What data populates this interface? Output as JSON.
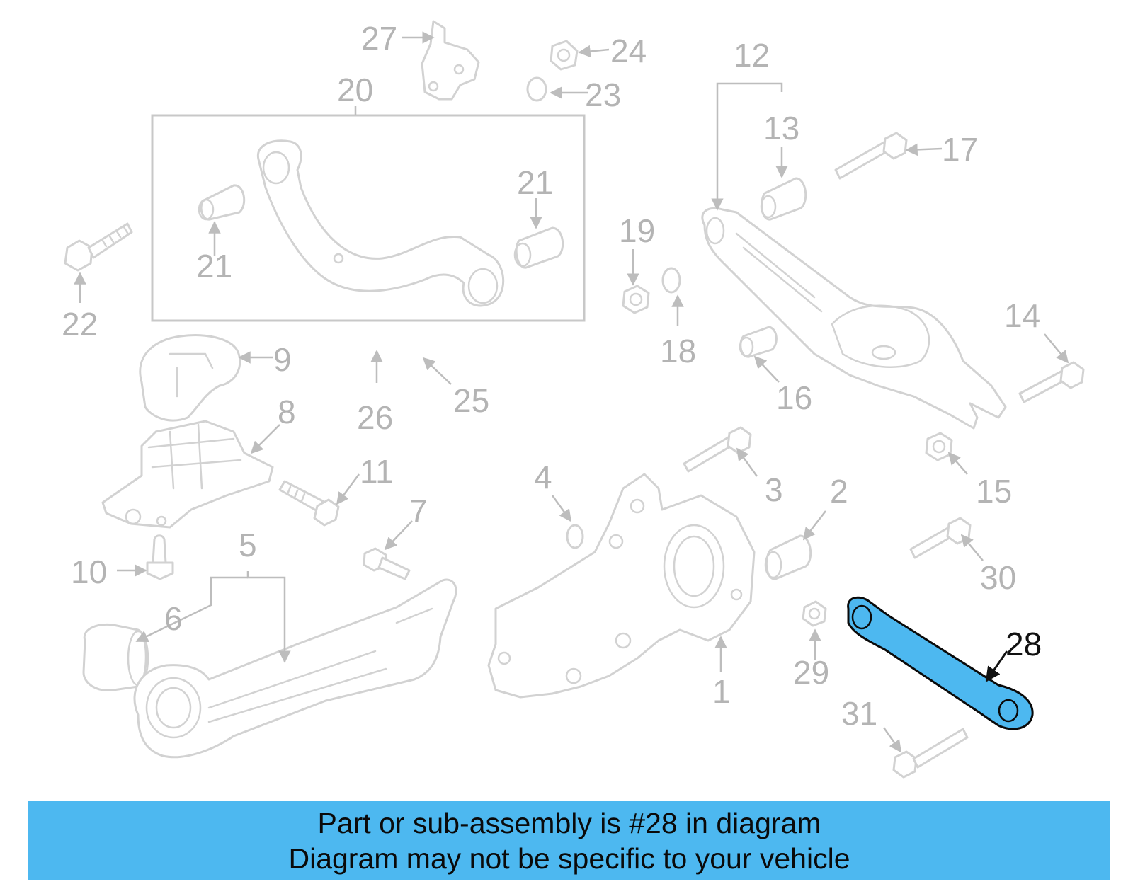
{
  "diagram": {
    "highlighted_part": "28",
    "highlight_color": "#4db8f0",
    "callouts": {
      "c1": "1",
      "c2": "2",
      "c3": "3",
      "c4": "4",
      "c5": "5",
      "c6": "6",
      "c7": "7",
      "c8": "8",
      "c9": "9",
      "c10": "10",
      "c11": "11",
      "c12": "12",
      "c13": "13",
      "c14": "14",
      "c15": "15",
      "c16": "16",
      "c17": "17",
      "c18": "18",
      "c19": "19",
      "c20": "20",
      "c21a": "21",
      "c21b": "21",
      "c22": "22",
      "c23": "23",
      "c24": "24",
      "c25": "25",
      "c26": "26",
      "c27": "27",
      "c28": "28",
      "c29": "29",
      "c30": "30",
      "c31": "31"
    }
  },
  "banner": {
    "line1": "Part or sub-assembly is #28 in diagram",
    "line2": "Diagram may not be specific to your vehicle",
    "color": "#4db8f0"
  }
}
